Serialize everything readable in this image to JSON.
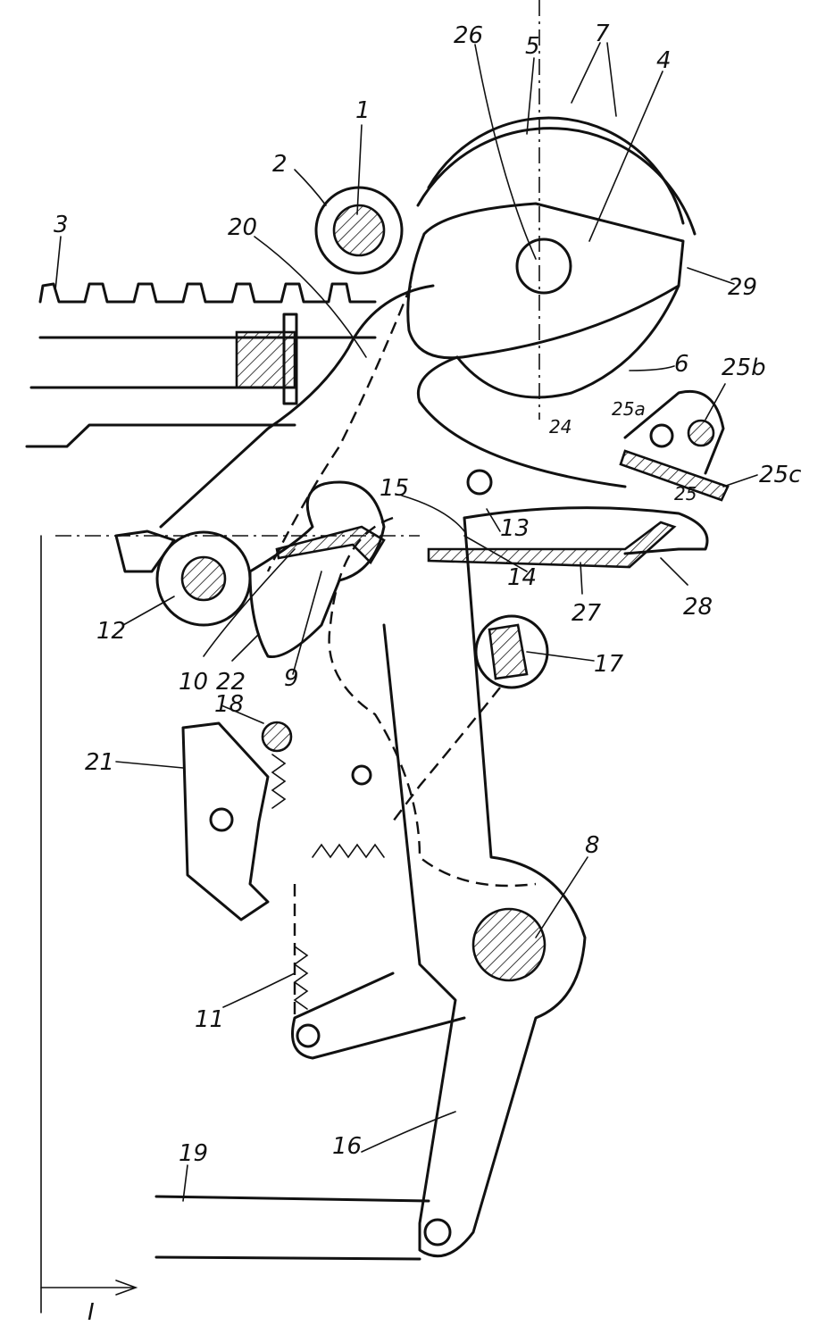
{
  "labels": {
    "l1": "1",
    "l2": "2",
    "l3": "3",
    "l4": "4",
    "l5": "5",
    "l6": "6",
    "l7": "7",
    "l8": "8",
    "l9": "9",
    "l10": "10",
    "l11": "11",
    "l12": "12",
    "l13": "13",
    "l14": "14",
    "l15": "15",
    "l16": "16",
    "l17": "17",
    "l18": "18",
    "l19": "19",
    "l20": "20",
    "l21": "21",
    "l22": "22",
    "l24": "24",
    "l25": "25",
    "l25a": "25a",
    "l25b": "25b",
    "l25c": "25c",
    "l26": "26",
    "l27": "27",
    "l28": "28",
    "l29": "29",
    "lI": "I"
  }
}
